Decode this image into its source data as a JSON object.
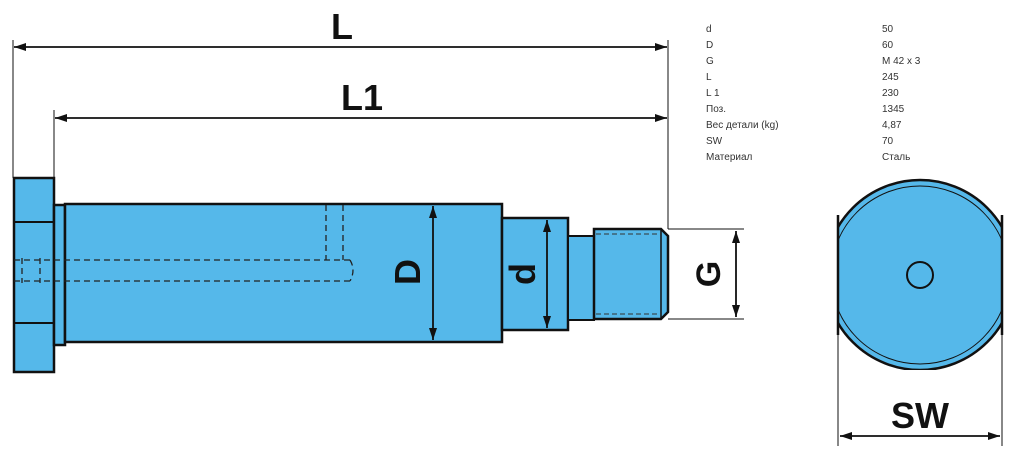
{
  "colors": {
    "part_fill": "#55b8ea",
    "outline": "#111111"
  },
  "dimensions": {
    "L": "L",
    "L1": "L1",
    "D": "D",
    "d": "d",
    "G": "G",
    "SW": "SW"
  },
  "specs": [
    {
      "key": "d",
      "value": "50"
    },
    {
      "key": "D",
      "value": "60"
    },
    {
      "key": "G",
      "value": "M 42 x 3"
    },
    {
      "key": "L",
      "value": "245"
    },
    {
      "key": "L 1",
      "value": "230"
    },
    {
      "key": "Поз.",
      "value": "1345"
    },
    {
      "key": "Вес детали (kg)",
      "value": "4,87"
    },
    {
      "key": "SW",
      "value": "70"
    },
    {
      "key": "Материал",
      "value": "Сталь"
    }
  ]
}
